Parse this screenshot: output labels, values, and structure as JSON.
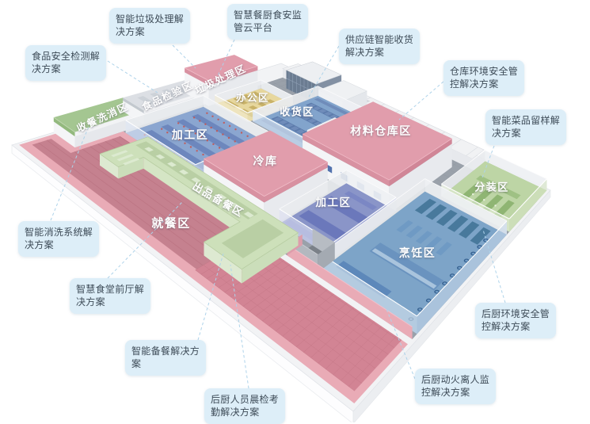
{
  "figure": {
    "type": "isometric-facility-diagram",
    "background": "#ffffff"
  },
  "colors": {
    "callout_bg": "#ddeef8",
    "callout_text": "#3d4b57",
    "leader": "#aed3ea",
    "zone_pink": "#e19dac",
    "zone_blue": "#81a7c9",
    "zone_green": "#bdd5a5",
    "zone_yellow": "#e7d79d"
  },
  "zones": [
    {
      "id": "shoucan",
      "label": "收餐洗消区"
    },
    {
      "id": "shipin",
      "label": "食品检验区"
    },
    {
      "id": "laji",
      "label": "垃圾处理区"
    },
    {
      "id": "bangong",
      "label": "办公区"
    },
    {
      "id": "shouhuo",
      "label": "收货区"
    },
    {
      "id": "jiagong1",
      "label": "加工区"
    },
    {
      "id": "lengku",
      "label": "冷库"
    },
    {
      "id": "cailiao",
      "label": "材料仓库区"
    },
    {
      "id": "chupin",
      "label": "出品备餐区"
    },
    {
      "id": "jiucan",
      "label": "就餐区"
    },
    {
      "id": "jiagong2",
      "label": "加工区"
    },
    {
      "id": "pengren",
      "label": "烹饪区"
    },
    {
      "id": "fenzhuang",
      "label": "分装区"
    }
  ],
  "callouts": [
    {
      "id": "c1",
      "label": "智能垃圾处理解\n决方案"
    },
    {
      "id": "c2",
      "label": "智慧餐厨食安监\n管云平台"
    },
    {
      "id": "c3",
      "label": "食品安全检测解\n决方案"
    },
    {
      "id": "c4",
      "label": "供应链智能收货\n解决方案"
    },
    {
      "id": "c5",
      "label": "仓库环境安全管\n控解决方案"
    },
    {
      "id": "c6",
      "label": "智能菜品留样解\n决方案"
    },
    {
      "id": "c7",
      "label": "智能消洗系统解\n决方案"
    },
    {
      "id": "c8",
      "label": "智慧食堂前厅解\n决方案"
    },
    {
      "id": "c9",
      "label": "智能备餐解决方\n案"
    },
    {
      "id": "c10",
      "label": "后厨人员晨检考\n勤解决方案"
    },
    {
      "id": "c11",
      "label": "后厨环境安全管\n控解决方案"
    },
    {
      "id": "c12",
      "label": "后厨动火离人监\n控解决方案"
    }
  ]
}
